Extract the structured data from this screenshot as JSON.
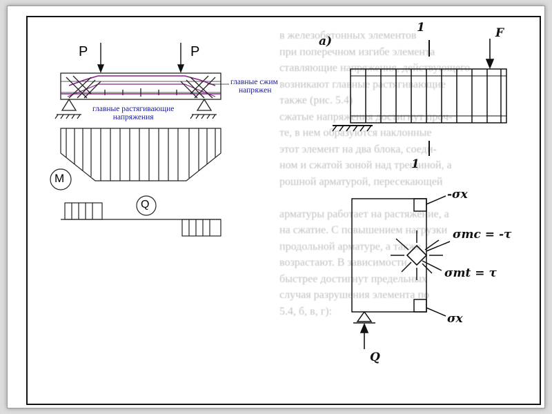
{
  "left_figure": {
    "load_left": "P",
    "load_right": "P",
    "label_compression_1": "главные сжим",
    "label_compression_2": "напряжен",
    "label_tension_1": "главные растягивающие",
    "label_tension_2": "напряжения",
    "moment": "M",
    "shear": "Q"
  },
  "right_figure": {
    "panel": "a)",
    "force": "F",
    "section_top": "1",
    "section_bottom": "1",
    "sigma_x_top": "-σx",
    "sigma_mc": "σmc = -τ",
    "sigma_mt": "σmt = τ",
    "sigma_x_bottom": "σx",
    "shear_force": "Q"
  },
  "background_text": [
    "в железобетонных элементов",
    "при поперечном изгибе элемента",
    "ставляющие напряжения, действующего",
    "возникают главные растягивающие",
    "также (рис. 5.4)",
    "сжатые напряжения достигнут проч-",
    "те, в нем образуются наклонные",
    "этот элемент на два блока, соеди-",
    "ном и сжатой зоной над трещиной, а",
    "рошной арматурой, пересекающей",
    "",
    "арматуры работает на растяжение, а",
    "на сжатие. С повышением нагрузки",
    "продольной арматуре, а также",
    "возрастают. В зависимости",
    "быстрее достигнут предельных",
    "случая разрушения элемента по",
    "5.4, б, в, г):"
  ]
}
